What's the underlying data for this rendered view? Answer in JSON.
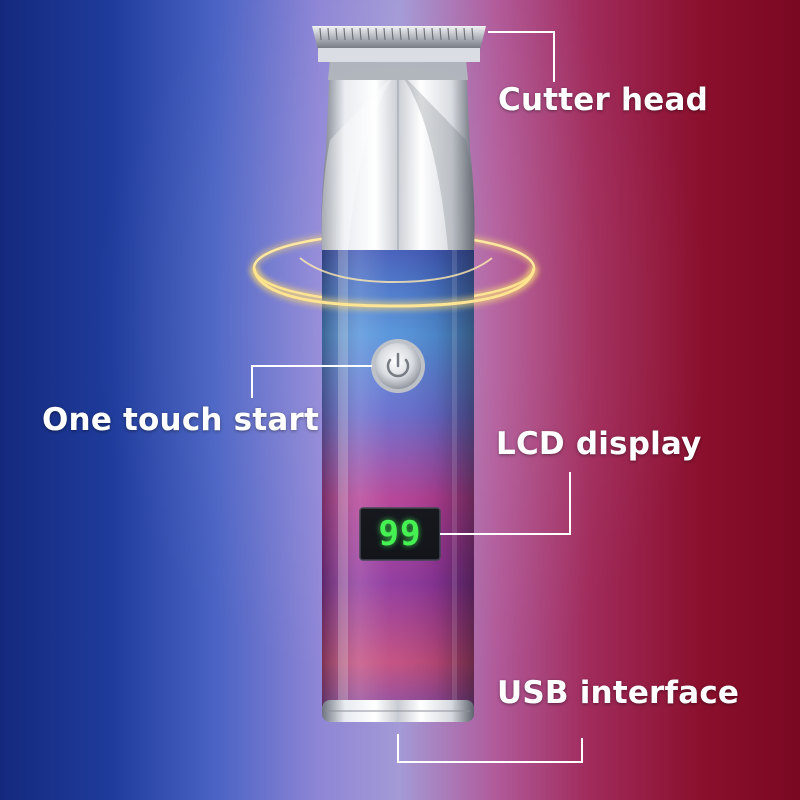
{
  "labels": {
    "cutter_head": "Cutter head",
    "one_touch_start": "One touch start",
    "lcd_display": "LCD display",
    "usb_interface": "USB interface"
  },
  "lcd": {
    "reading": "99"
  },
  "colors": {
    "background_left": "#14297e",
    "background_right": "#7a0822",
    "lcd_digits": "#3df04a",
    "glow_ring": "#f2c84a"
  },
  "icons": {
    "power_button": "power-icon"
  }
}
